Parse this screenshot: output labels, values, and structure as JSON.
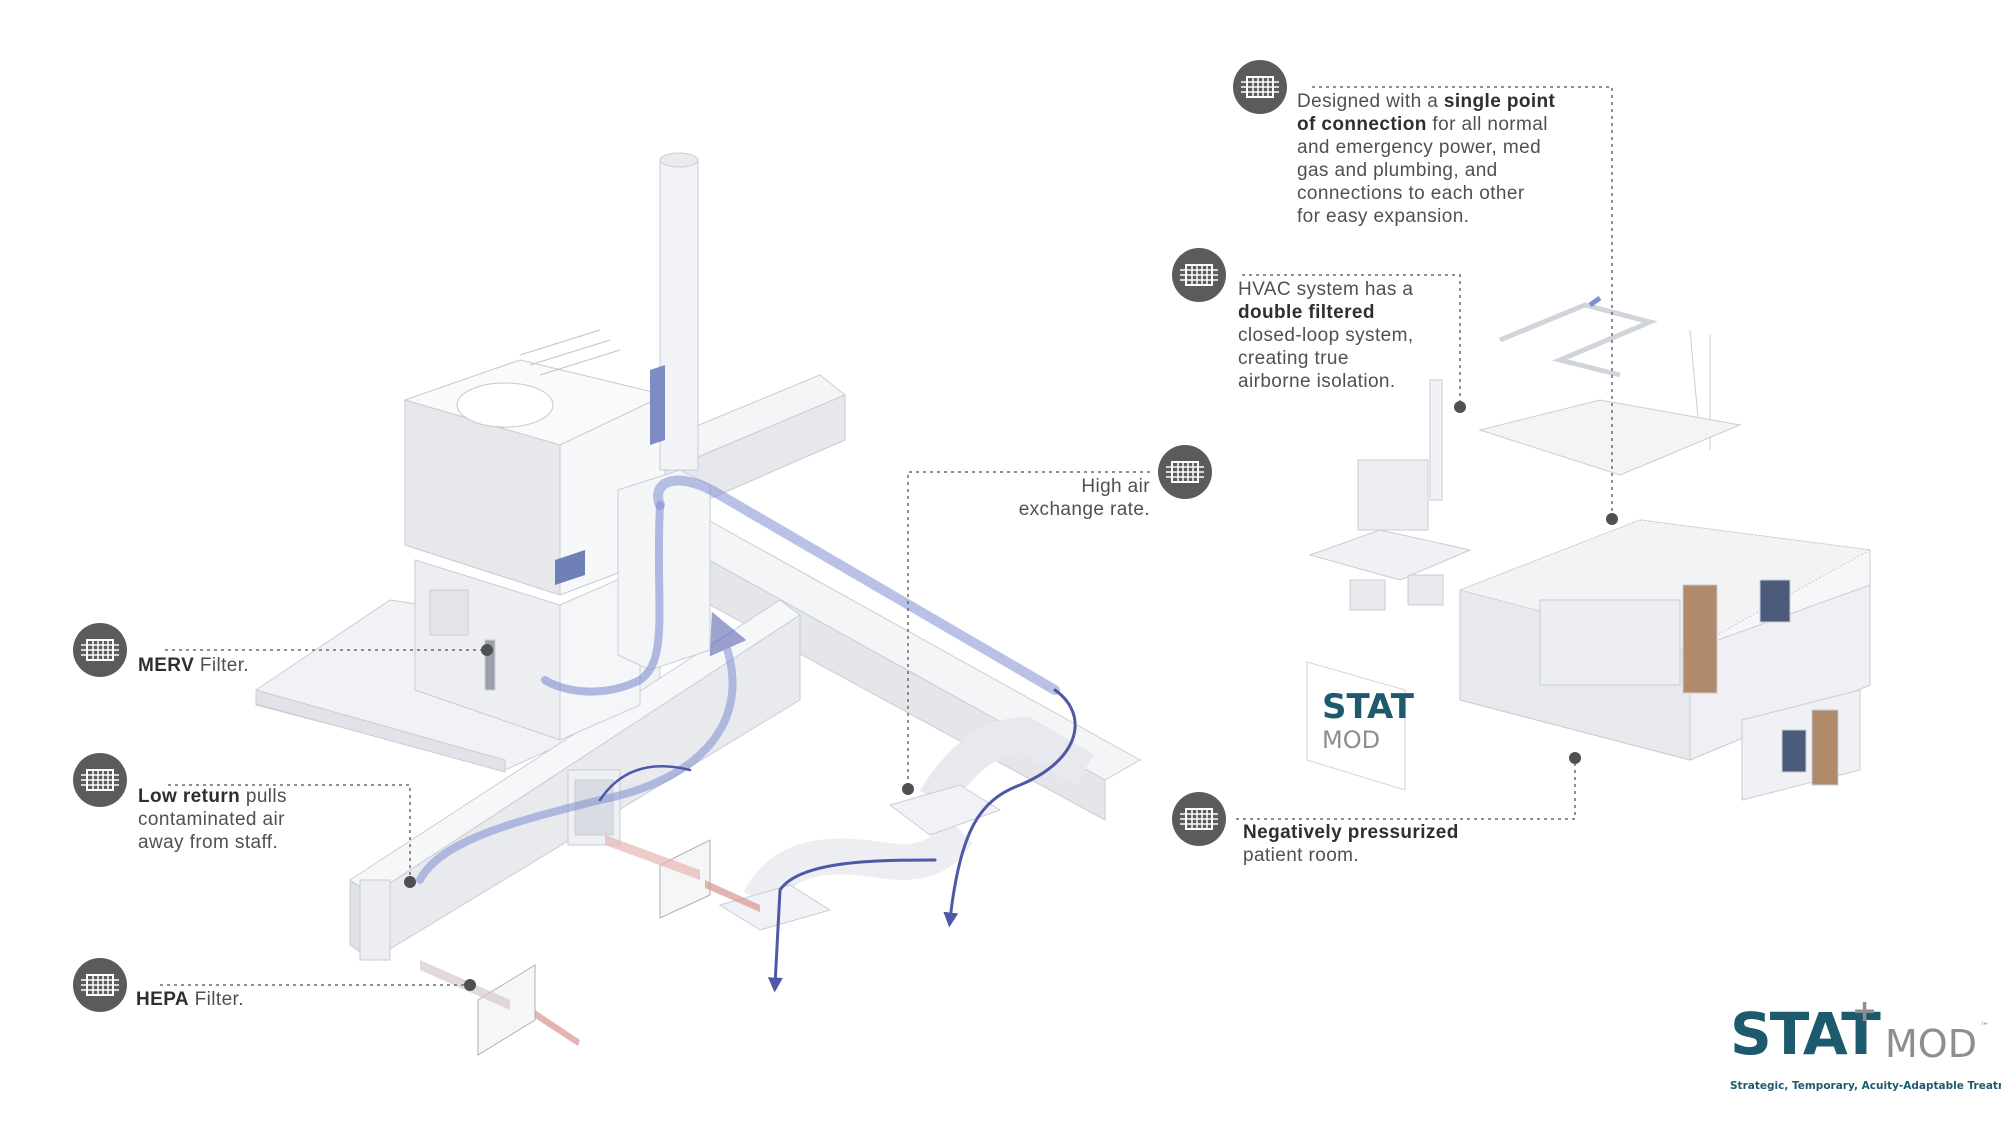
{
  "callouts": {
    "merv": {
      "bold": "MERV",
      "rest": " Filter.",
      "icon": "filter-icon"
    },
    "low_return": {
      "bold": "Low return",
      "line1_rest": " pulls",
      "line2": "contaminated air",
      "line3": "away from staff.",
      "icon": "filter-icon"
    },
    "hepa": {
      "bold": "HEPA",
      "rest": " Filter.",
      "icon": "filter-icon"
    },
    "air_exchange": {
      "line1": "High air",
      "line2": "exchange rate.",
      "icon": "filter-icon"
    },
    "connection": {
      "line1_pre": "Designed with a ",
      "line1_bold": "single point",
      "line2_bold": "of connection",
      "line2_rest": " for all normal",
      "line3": "and emergency power, med",
      "line4": "gas and plumbing, and",
      "line5": "connections to each other",
      "line6": "for easy expansion.",
      "icon": "filter-icon"
    },
    "hvac": {
      "line1": "HVAC system has a",
      "line2_bold": "double filtered",
      "line3": "closed-loop system,",
      "line4": "creating true",
      "line5": "airborne isolation.",
      "icon": "filter-icon"
    },
    "negative": {
      "bold": "Negatively pressurized",
      "line2": "patient room.",
      "icon": "filter-icon"
    }
  },
  "sign": {
    "line1": "STAT",
    "line2": "MOD"
  },
  "logo": {
    "stat": "STAT",
    "mod": "MOD",
    "tm": "™",
    "tagline": "Strategic, Temporary, Acuity-Adaptable Treatment"
  },
  "colors": {
    "airflow": "#7f8fd1",
    "airflow_dark": "#4e58a8",
    "logo_teal": "#1e5a6e",
    "logo_gray": "#8e8e8e",
    "exhaust": "#d9958f",
    "icon_bg": "#5b5b5d"
  }
}
